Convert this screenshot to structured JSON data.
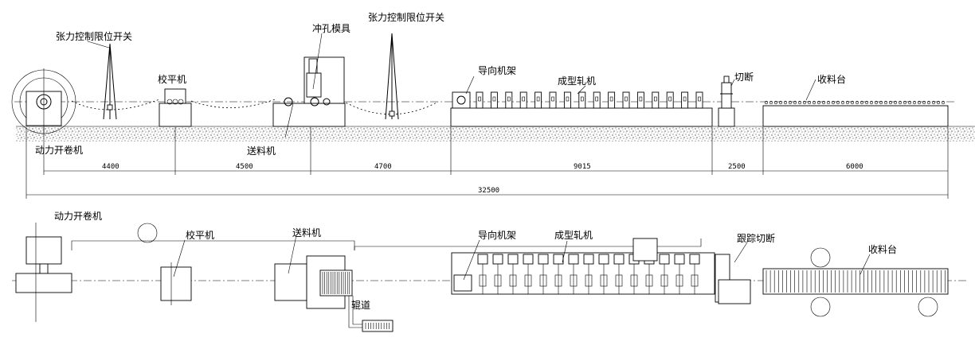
{
  "side_view": {
    "labels": {
      "tension_switch_1": "张力控制限位开关",
      "leveler": "校平机",
      "punch_die": "冲孔模具",
      "tension_switch_2": "张力控制限位开关",
      "guide_frame": "导向机架",
      "forming_mill": "成型轧机",
      "cutoff": "切断",
      "runout_table": "收料台",
      "uncoiler": "动力开卷机",
      "feeder": "送料机"
    },
    "dimensions": [
      "4400",
      "4500",
      "4700",
      "9015",
      "2500",
      "6000"
    ],
    "total_length": "32500"
  },
  "plan_view": {
    "labels": {
      "uncoiler": "动力开卷机",
      "leveler": "校平机",
      "feeder": "送料机",
      "guide_frame": "导向机架",
      "forming_mill": "成型轧机",
      "tracking_cutoff": "跟踪切断",
      "runout_table": "收料台",
      "roller_way": "辊道"
    }
  }
}
